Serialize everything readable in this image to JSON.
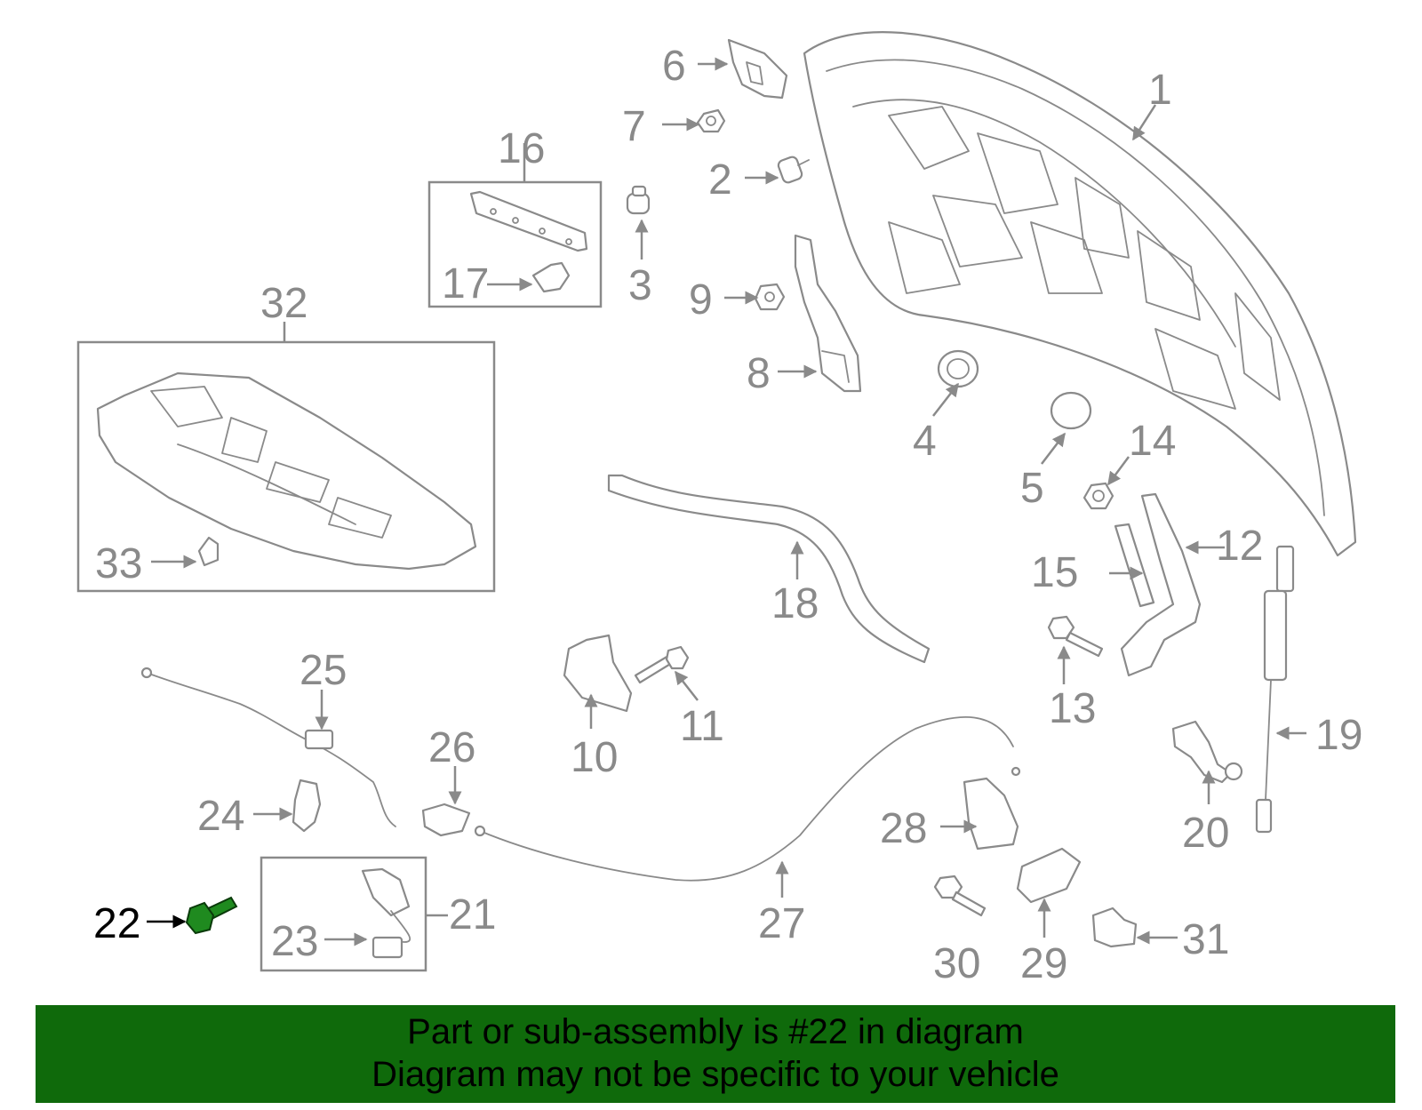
{
  "diagram": {
    "highlight_part": "22",
    "highlight_color": "#000000",
    "part_color": "#8a8a8a",
    "callouts": [
      "1",
      "2",
      "3",
      "4",
      "5",
      "6",
      "7",
      "8",
      "9",
      "10",
      "11",
      "12",
      "13",
      "14",
      "15",
      "16",
      "17",
      "18",
      "19",
      "20",
      "21",
      "22",
      "23",
      "24",
      "25",
      "26",
      "27",
      "28",
      "29",
      "30",
      "31",
      "32",
      "33"
    ],
    "highlighted_part_color": "#1f8a1f"
  },
  "banner": {
    "line1": "Part or sub-assembly is #22 in diagram",
    "line2": "Diagram may not be specific to your vehicle",
    "background": "#0f6a0b"
  }
}
